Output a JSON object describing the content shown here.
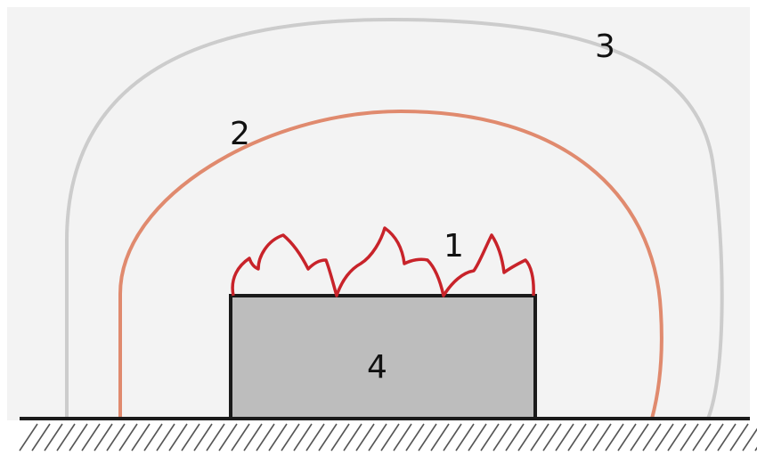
{
  "diagram": {
    "labels": {
      "flame": "1",
      "inner_zone": "2",
      "outer_zone": "3",
      "object": "4"
    },
    "colors": {
      "background_panel": "#f3f3f3",
      "flame_stroke": "#c8232a",
      "inner_zone_stroke": "#e08a6e",
      "outer_zone_stroke": "#cccccc",
      "object_fill": "#bdbdbd",
      "outline": "#1a1a1a",
      "hatching": "#555555"
    },
    "icons": {
      "flame": "flame-icon",
      "ground": "ground-hatch-icon"
    }
  }
}
